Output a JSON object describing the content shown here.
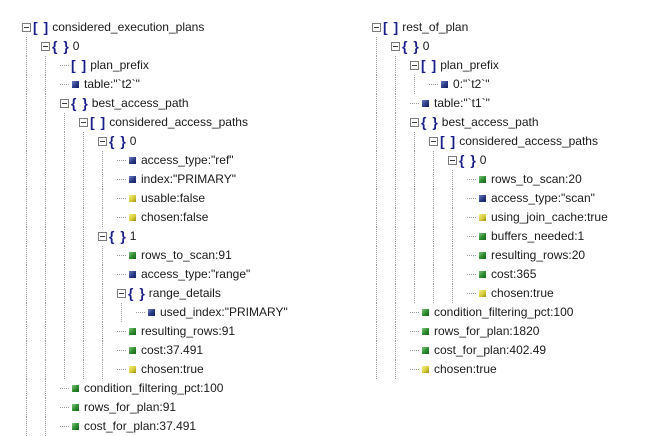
{
  "colors": {
    "background": "#ffffff",
    "text": "#1a1a1a",
    "bracket": "#1b1f8a",
    "guide": "#9a9a9a",
    "string_square": "#2b3a86",
    "number_square": "#2e8b2e",
    "boolean_square": "#d8cc3a"
  },
  "glyphs": {
    "array": "[ ]",
    "object": "{ }",
    "separator": " : "
  },
  "panels": [
    {
      "id": "considered-execution-plans",
      "rows": [
        {
          "depth": 0,
          "kind": "array",
          "expander": true,
          "label": "considered_execution_plans"
        },
        {
          "depth": 1,
          "kind": "object",
          "expander": true,
          "label": "0"
        },
        {
          "depth": 2,
          "kind": "array",
          "expander": false,
          "label": "plan_prefix"
        },
        {
          "depth": 2,
          "kind": "string",
          "expander": false,
          "label": "table",
          "value": "\"`t2`\""
        },
        {
          "depth": 2,
          "kind": "object",
          "expander": true,
          "label": "best_access_path"
        },
        {
          "depth": 3,
          "kind": "array",
          "expander": true,
          "label": "considered_access_paths"
        },
        {
          "depth": 4,
          "kind": "object",
          "expander": true,
          "label": "0"
        },
        {
          "depth": 5,
          "kind": "string",
          "expander": false,
          "label": "access_type",
          "value": "\"ref\""
        },
        {
          "depth": 5,
          "kind": "string",
          "expander": false,
          "label": "index",
          "value": "\"PRIMARY\""
        },
        {
          "depth": 5,
          "kind": "boolean",
          "expander": false,
          "label": "usable",
          "value": "false"
        },
        {
          "depth": 5,
          "kind": "boolean",
          "expander": false,
          "label": "chosen",
          "value": "false"
        },
        {
          "depth": 4,
          "kind": "object",
          "expander": true,
          "label": "1"
        },
        {
          "depth": 5,
          "kind": "number",
          "expander": false,
          "label": "rows_to_scan",
          "value": "91"
        },
        {
          "depth": 5,
          "kind": "string",
          "expander": false,
          "label": "access_type",
          "value": "\"range\""
        },
        {
          "depth": 5,
          "kind": "object",
          "expander": true,
          "label": "range_details"
        },
        {
          "depth": 6,
          "kind": "string",
          "expander": false,
          "label": "used_index",
          "value": "\"PRIMARY\""
        },
        {
          "depth": 5,
          "kind": "number",
          "expander": false,
          "label": "resulting_rows",
          "value": "91"
        },
        {
          "depth": 5,
          "kind": "number",
          "expander": false,
          "label": "cost",
          "value": "37.491"
        },
        {
          "depth": 5,
          "kind": "boolean",
          "expander": false,
          "label": "chosen",
          "value": "true"
        },
        {
          "depth": 2,
          "kind": "number",
          "expander": false,
          "label": "condition_filtering_pct",
          "value": "100"
        },
        {
          "depth": 2,
          "kind": "number",
          "expander": false,
          "label": "rows_for_plan",
          "value": "91"
        },
        {
          "depth": 2,
          "kind": "number",
          "expander": false,
          "label": "cost_for_plan",
          "value": "37.491"
        }
      ]
    },
    {
      "id": "rest-of-plan",
      "rows": [
        {
          "depth": 0,
          "kind": "array",
          "expander": true,
          "label": "rest_of_plan"
        },
        {
          "depth": 1,
          "kind": "object",
          "expander": true,
          "label": "0"
        },
        {
          "depth": 2,
          "kind": "array",
          "expander": true,
          "label": "plan_prefix"
        },
        {
          "depth": 3,
          "kind": "string",
          "expander": false,
          "label": "0",
          "value": "\"`t2`\""
        },
        {
          "depth": 2,
          "kind": "string",
          "expander": false,
          "label": "table",
          "value": "\"`t1`\""
        },
        {
          "depth": 2,
          "kind": "object",
          "expander": true,
          "label": "best_access_path"
        },
        {
          "depth": 3,
          "kind": "array",
          "expander": true,
          "label": "considered_access_paths"
        },
        {
          "depth": 4,
          "kind": "object",
          "expander": true,
          "label": "0"
        },
        {
          "depth": 5,
          "kind": "number",
          "expander": false,
          "label": "rows_to_scan",
          "value": "20"
        },
        {
          "depth": 5,
          "kind": "string",
          "expander": false,
          "label": "access_type",
          "value": "\"scan\""
        },
        {
          "depth": 5,
          "kind": "boolean",
          "expander": false,
          "label": "using_join_cache",
          "value": "true"
        },
        {
          "depth": 5,
          "kind": "number",
          "expander": false,
          "label": "buffers_needed",
          "value": "1"
        },
        {
          "depth": 5,
          "kind": "number",
          "expander": false,
          "label": "resulting_rows",
          "value": "20"
        },
        {
          "depth": 5,
          "kind": "number",
          "expander": false,
          "label": "cost",
          "value": "365"
        },
        {
          "depth": 5,
          "kind": "boolean",
          "expander": false,
          "label": "chosen",
          "value": "true"
        },
        {
          "depth": 2,
          "kind": "number",
          "expander": false,
          "label": "condition_filtering_pct",
          "value": "100"
        },
        {
          "depth": 2,
          "kind": "number",
          "expander": false,
          "label": "rows_for_plan",
          "value": "1820"
        },
        {
          "depth": 2,
          "kind": "number",
          "expander": false,
          "label": "cost_for_plan",
          "value": "402.49"
        },
        {
          "depth": 2,
          "kind": "boolean",
          "expander": false,
          "label": "chosen",
          "value": "true"
        }
      ]
    }
  ]
}
